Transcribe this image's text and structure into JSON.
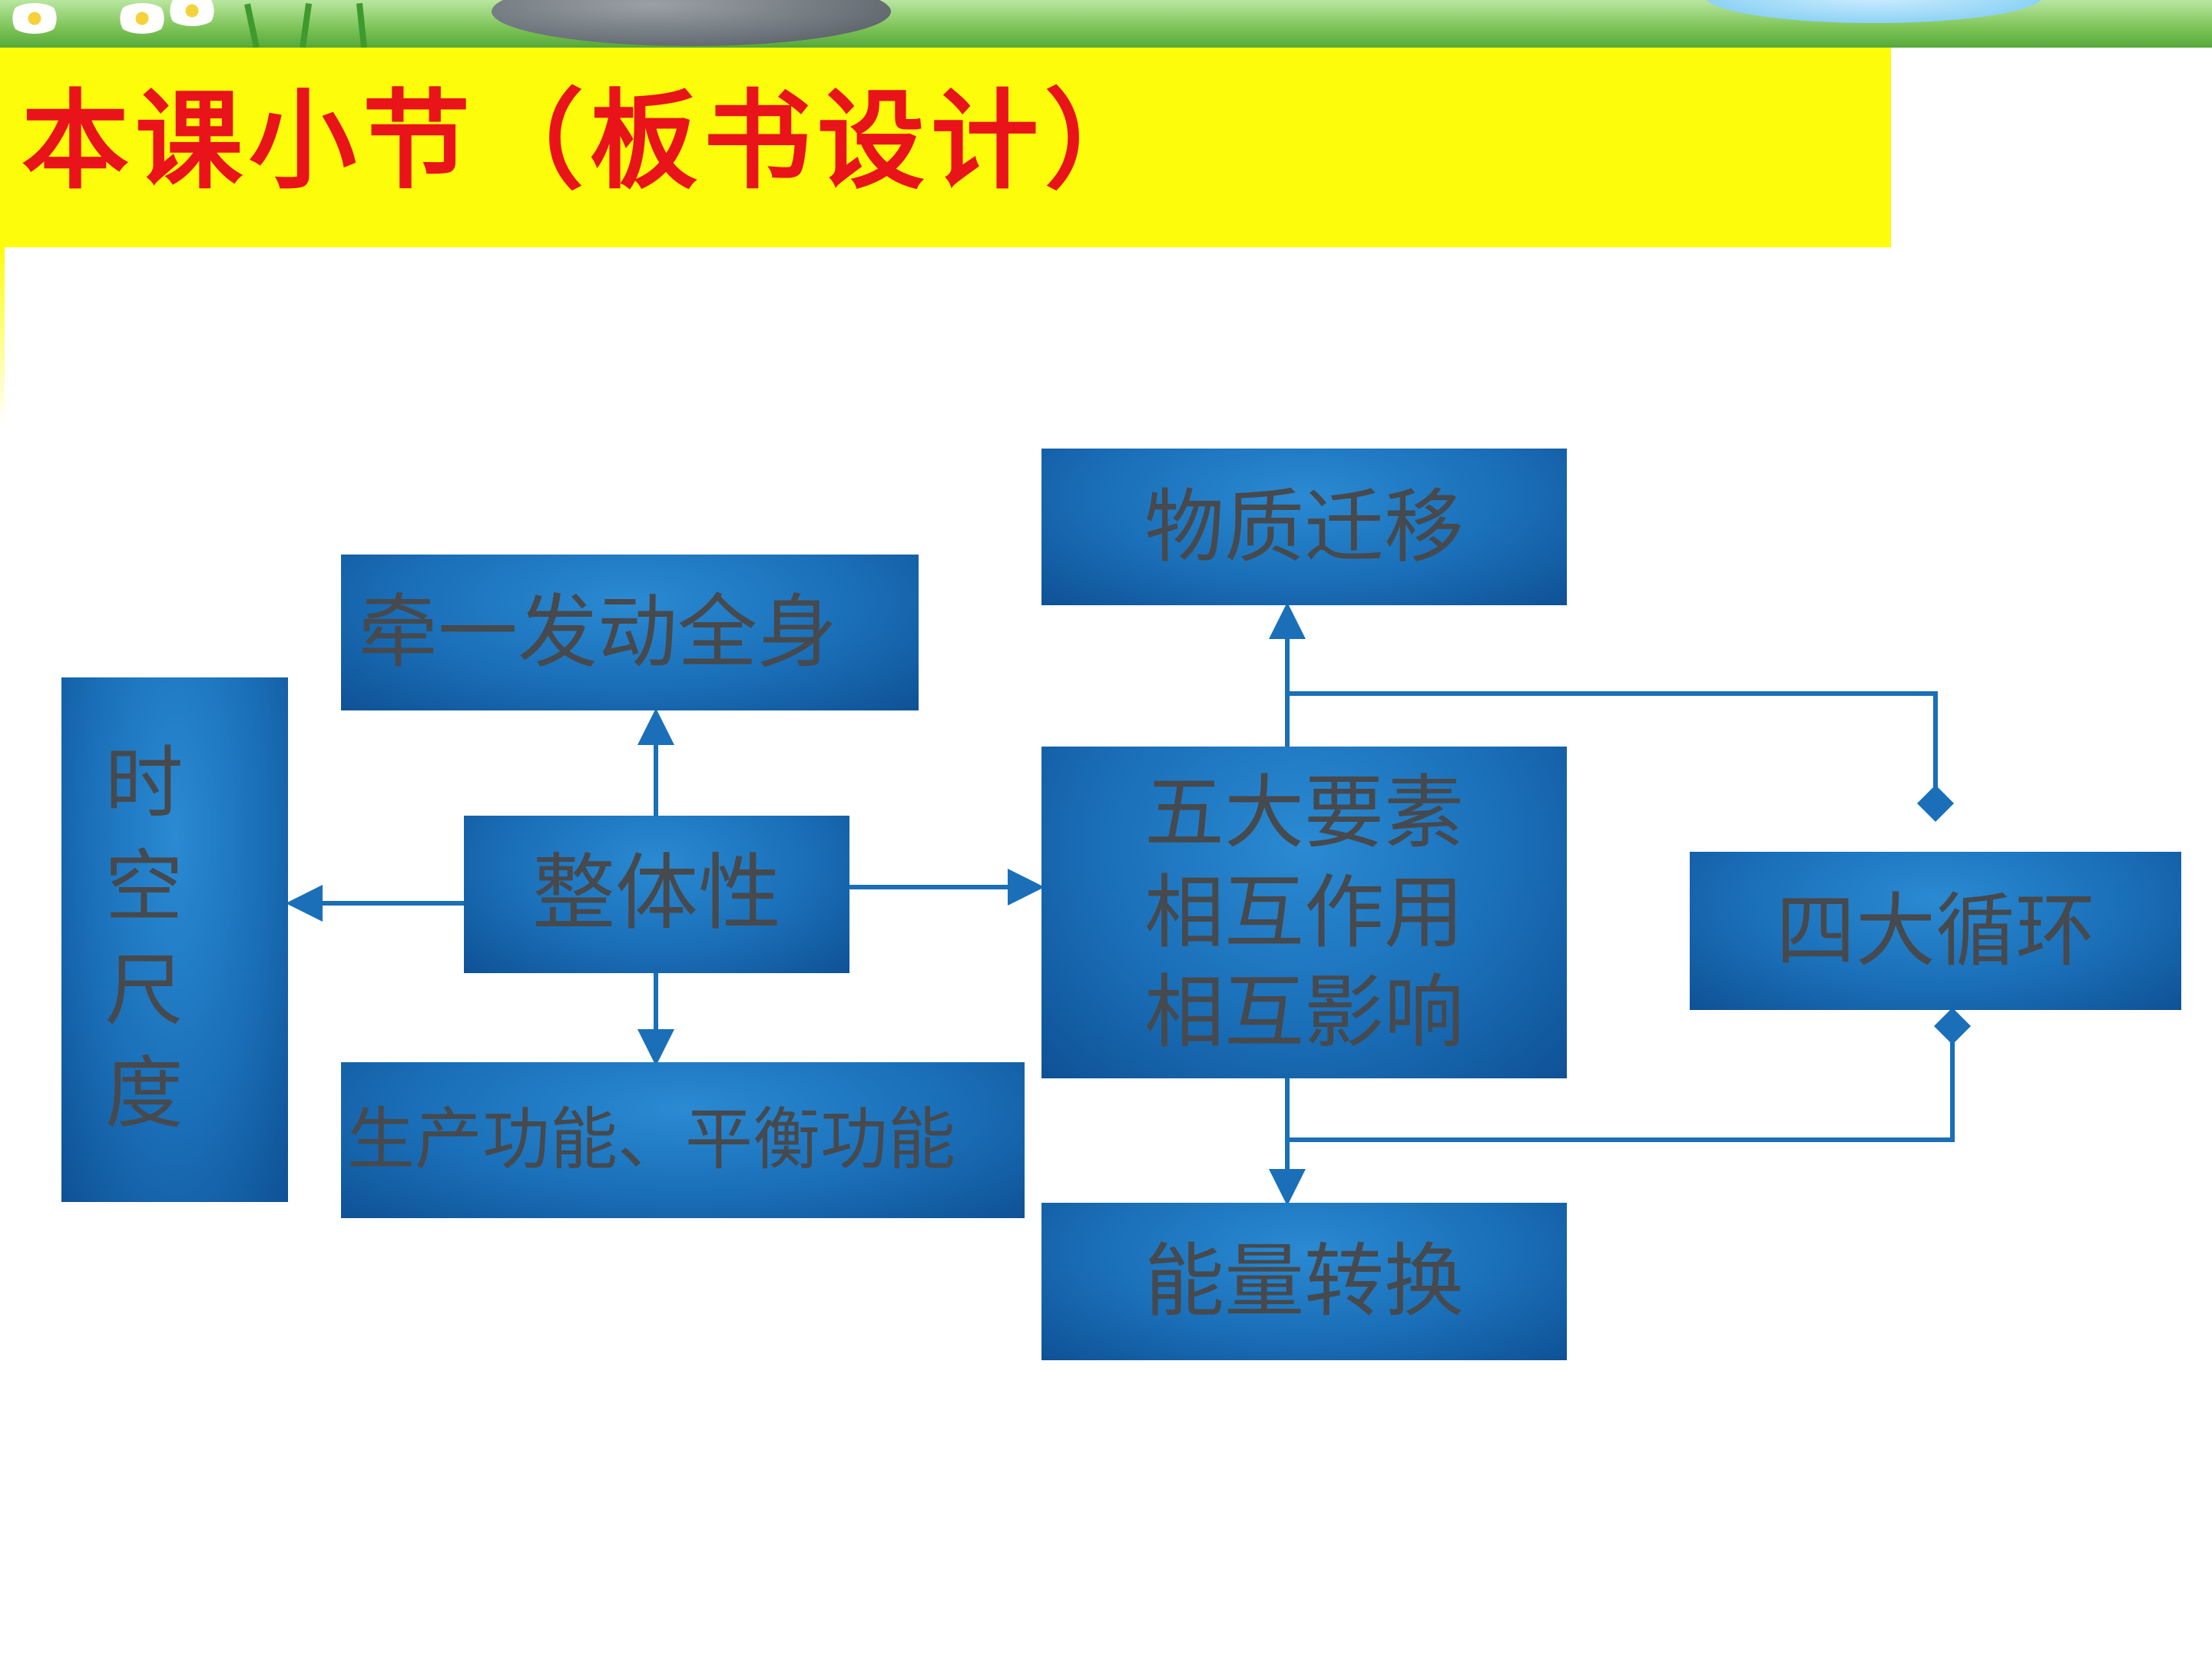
{
  "title": "本课小节（板书设计）",
  "colors": {
    "banner": "#fdfc0a",
    "title_text": "#e8141a",
    "box_fill": "#1a6fb8",
    "box_text": "#46494d",
    "connector": "#1a6fb8"
  },
  "diagram": {
    "nodes": {
      "shikong": "时空尺度",
      "qianyi": "牵一发动全身",
      "zhengti": "整体性",
      "shengchan": "生产功能、平衡功能",
      "wuzhi": "物质迁移",
      "wuda": [
        "五大要素",
        "相互作用",
        "相互影响"
      ],
      "sida": "四大循环",
      "nengliang": "能量转换"
    }
  }
}
